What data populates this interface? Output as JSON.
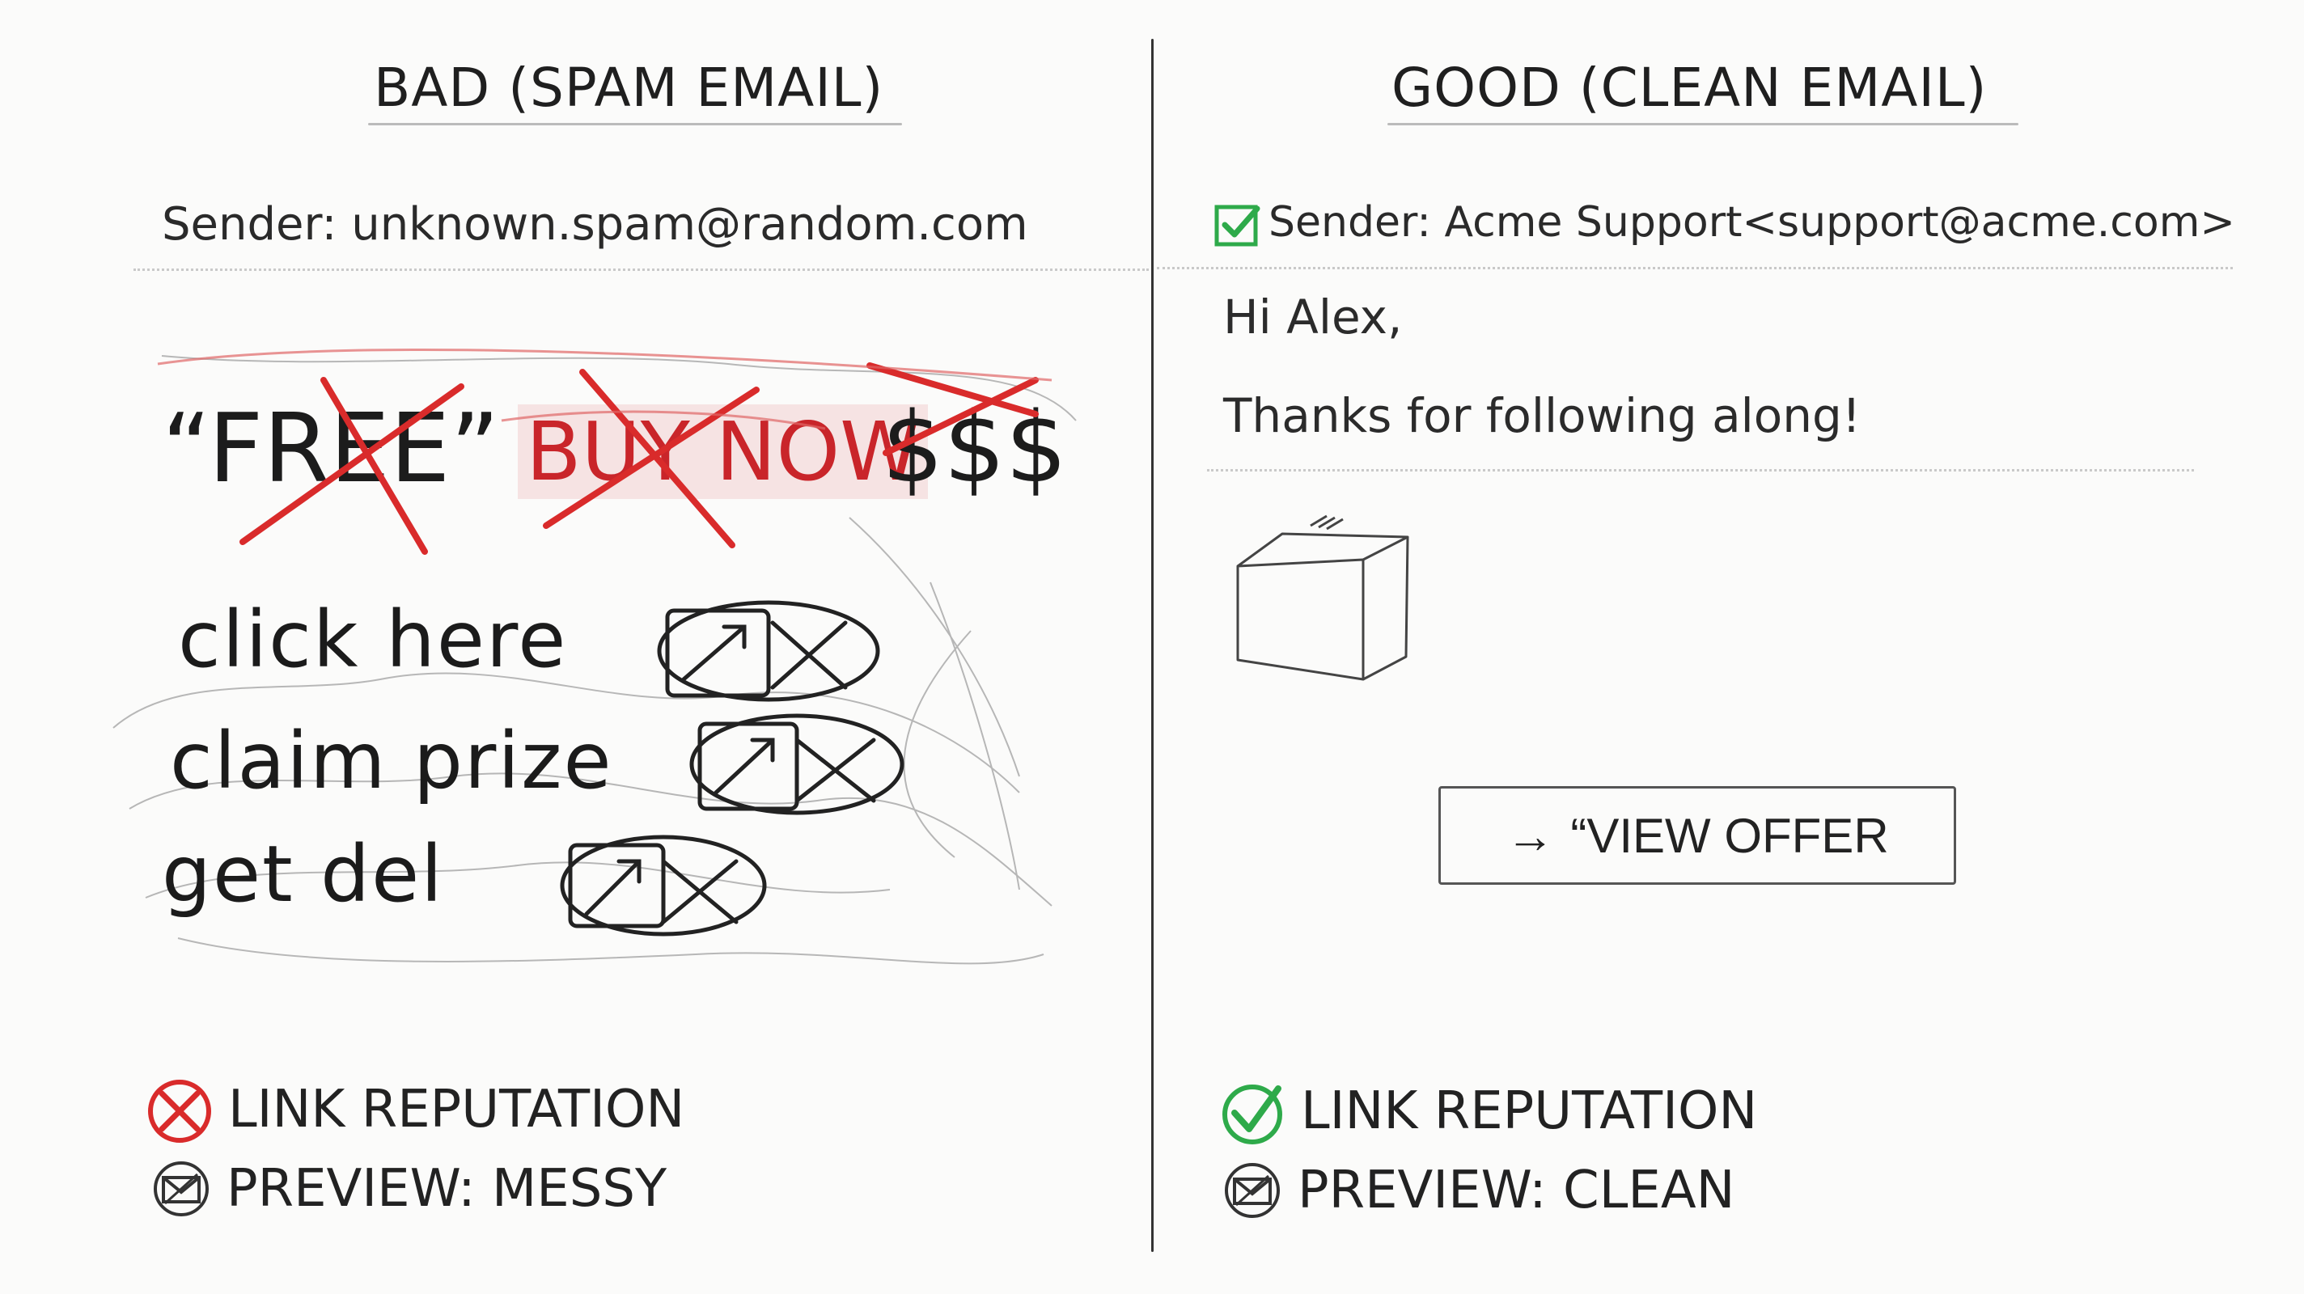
{
  "bad": {
    "heading": "BAD (SPAM EMAIL)",
    "sender": "Sender: unknown.spam@random.com",
    "spam_words": {
      "free": "“FREE”",
      "buy_now": "BUY NOW",
      "dollars": "$$$"
    },
    "links": [
      "click here",
      "claim prize",
      "get del"
    ],
    "status": {
      "link_reputation": "LINK REPUTATION",
      "preview": "PREVIEW: MESSY"
    }
  },
  "good": {
    "heading": "GOOD (CLEAN EMAIL)",
    "sender": "Sender: Acme Support<support@acme.com>",
    "greeting": "Hi Alex,",
    "body": "Thanks for following along!",
    "cta_label": "“VIEW OFFER",
    "status": {
      "link_reputation": "LINK REPUTATION",
      "preview": "PREVIEW: CLEAN"
    }
  },
  "colors": {
    "bad_accent": "#d92b2b",
    "good_accent": "#2eaa4a",
    "ink": "#222222"
  },
  "icons": {
    "verified": "check-square-icon",
    "fail": "x-circle-icon",
    "pass": "check-circle-icon",
    "preview": "envelope-icon",
    "link": "arrow-link-icon",
    "image": "box-icon",
    "cta_arrow": "arrow-right-icon"
  }
}
